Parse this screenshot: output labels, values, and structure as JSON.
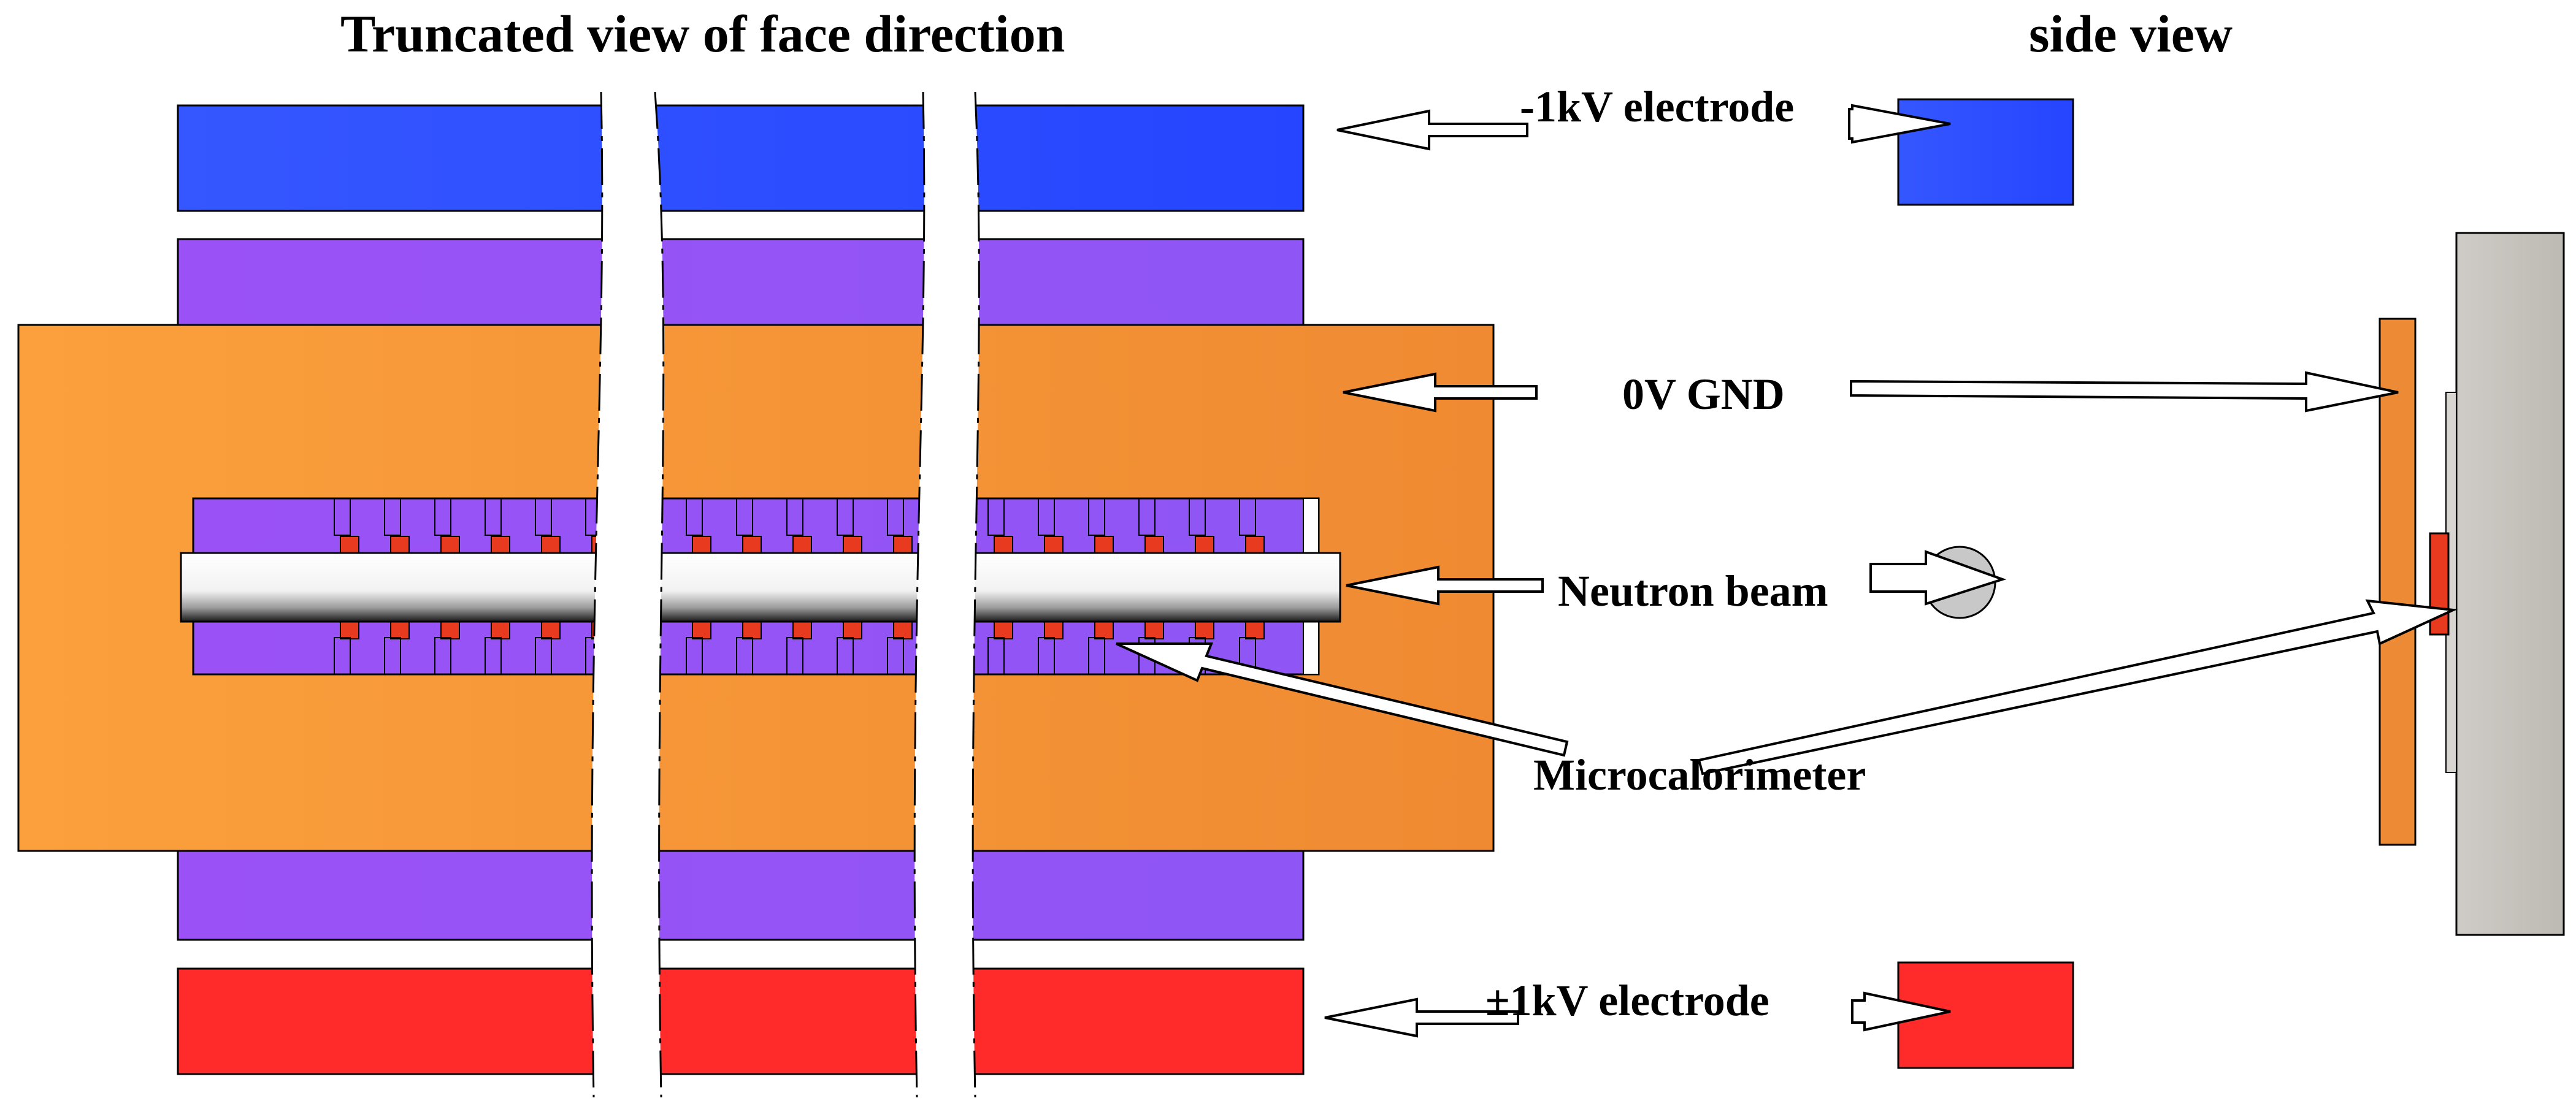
{
  "titles": {
    "face_view": "Truncated view of face direction",
    "side_view": "side view"
  },
  "labels": {
    "minus_electrode": "-1kV electrode",
    "ground": "0V GND",
    "neutron_beam": "Neutron beam",
    "microcalorimeter": "Microcalorimeter",
    "plus_electrode": "±1kV electrode"
  },
  "colors": {
    "minus_electrode": "#2a45ff",
    "plus_electrode": "#ff2b2b",
    "spacer": "#8f55f5",
    "ground_plate": "#f28e33",
    "beam_tube": "#e6e6e6",
    "sensor": "#e83a1f",
    "substrate": "#c7c3bd",
    "beam_spot": "#c8c8c8"
  }
}
